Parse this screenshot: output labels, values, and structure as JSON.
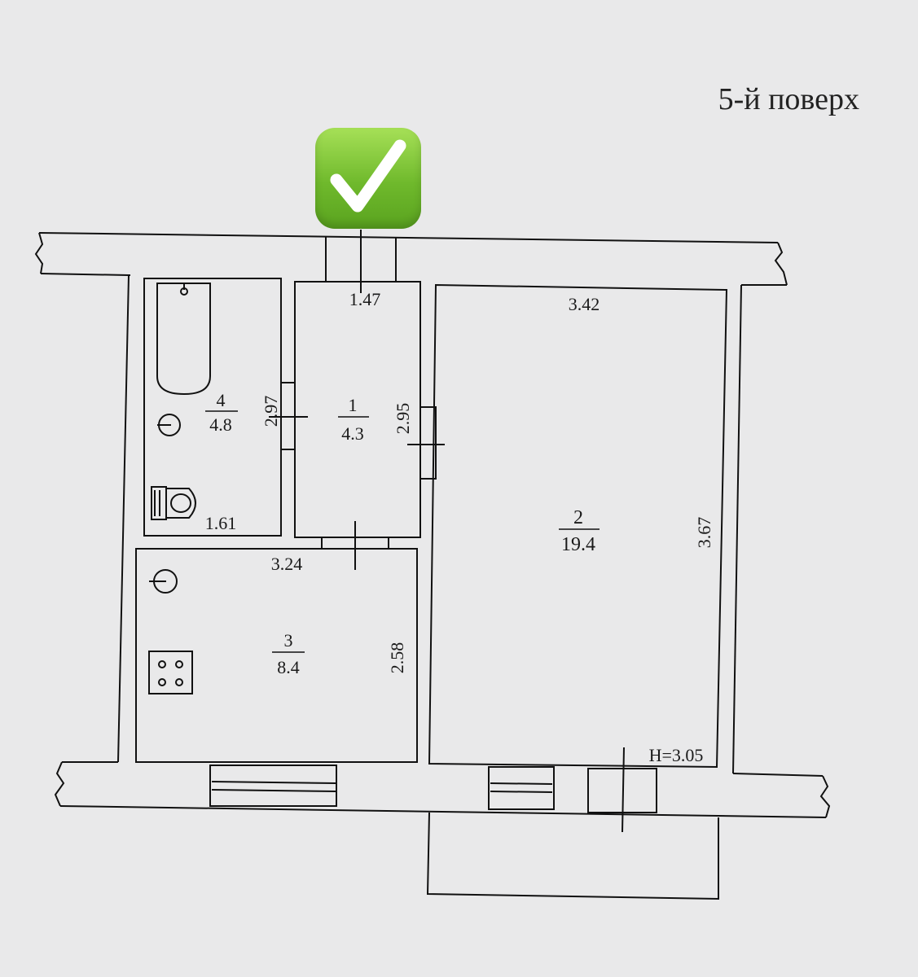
{
  "header": {
    "floor_label": "5-й поверх"
  },
  "badge": {
    "icon": "check-mark-icon",
    "color": "#7cc63a"
  },
  "rooms": [
    {
      "id": "room-1",
      "number": "1",
      "area": "4.3"
    },
    {
      "id": "room-2",
      "number": "2",
      "area": "19.4"
    },
    {
      "id": "room-3",
      "number": "3",
      "area": "8.4"
    },
    {
      "id": "room-4",
      "number": "4",
      "area": "4.8"
    }
  ],
  "dimensions": {
    "d147": "1.47",
    "d342": "3.42",
    "d297": "2.97",
    "d295": "2.95",
    "d161": "1.61",
    "d324": "3.24",
    "d258": "2.58",
    "d367": "3.67",
    "height": "H=3.05"
  }
}
